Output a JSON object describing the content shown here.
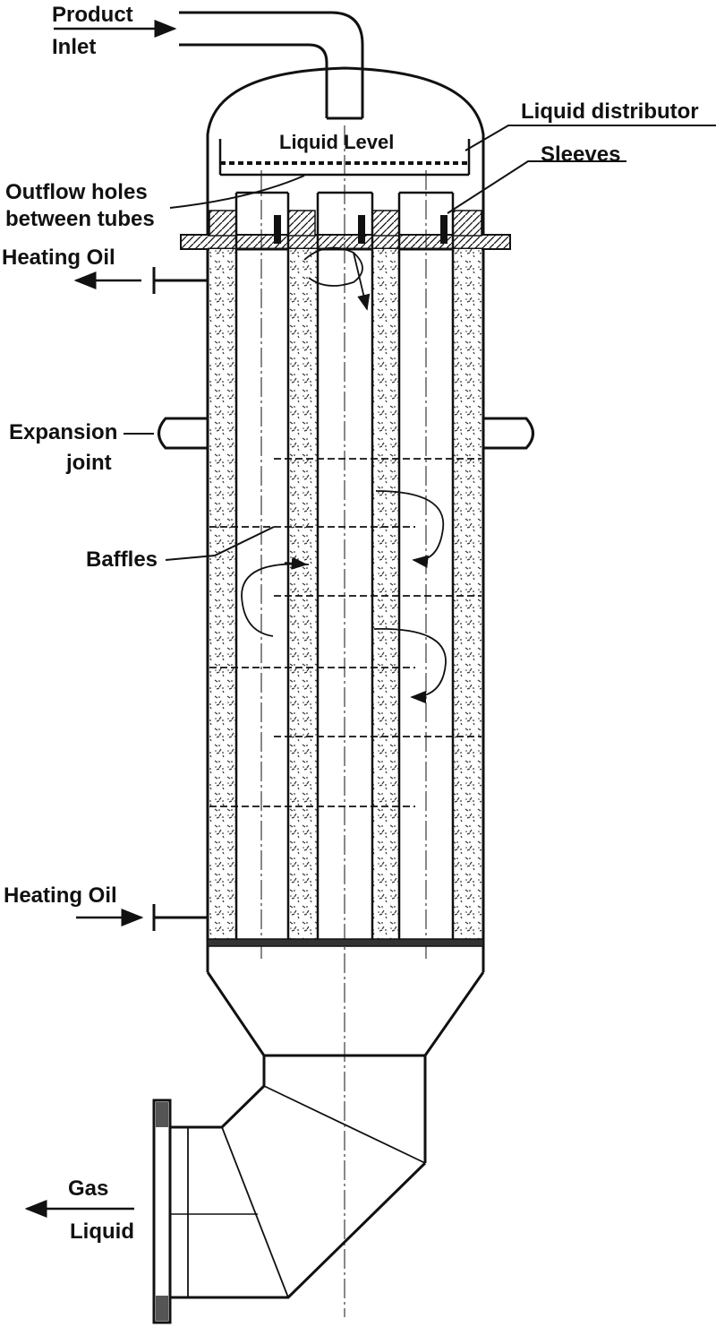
{
  "labels": {
    "product_inlet_line1": "Product",
    "product_inlet_line2": "Inlet",
    "liquid_distributor": "Liquid distributor",
    "liquid_level": "Liquid Level",
    "sleeves": "Sleeves",
    "outflow_holes_line1": "Outflow holes",
    "outflow_holes_line2": "between tubes",
    "heating_oil_out": "Heating Oil",
    "expansion_joint_line1": "Expansion",
    "expansion_joint_line2": "joint",
    "baffles": "Baffles",
    "heating_oil_in": "Heating Oil",
    "gas": "Gas",
    "liquid": "Liquid"
  },
  "colors": {
    "line": "#111111",
    "background": "#ffffff",
    "packing_dots": "#333333"
  }
}
